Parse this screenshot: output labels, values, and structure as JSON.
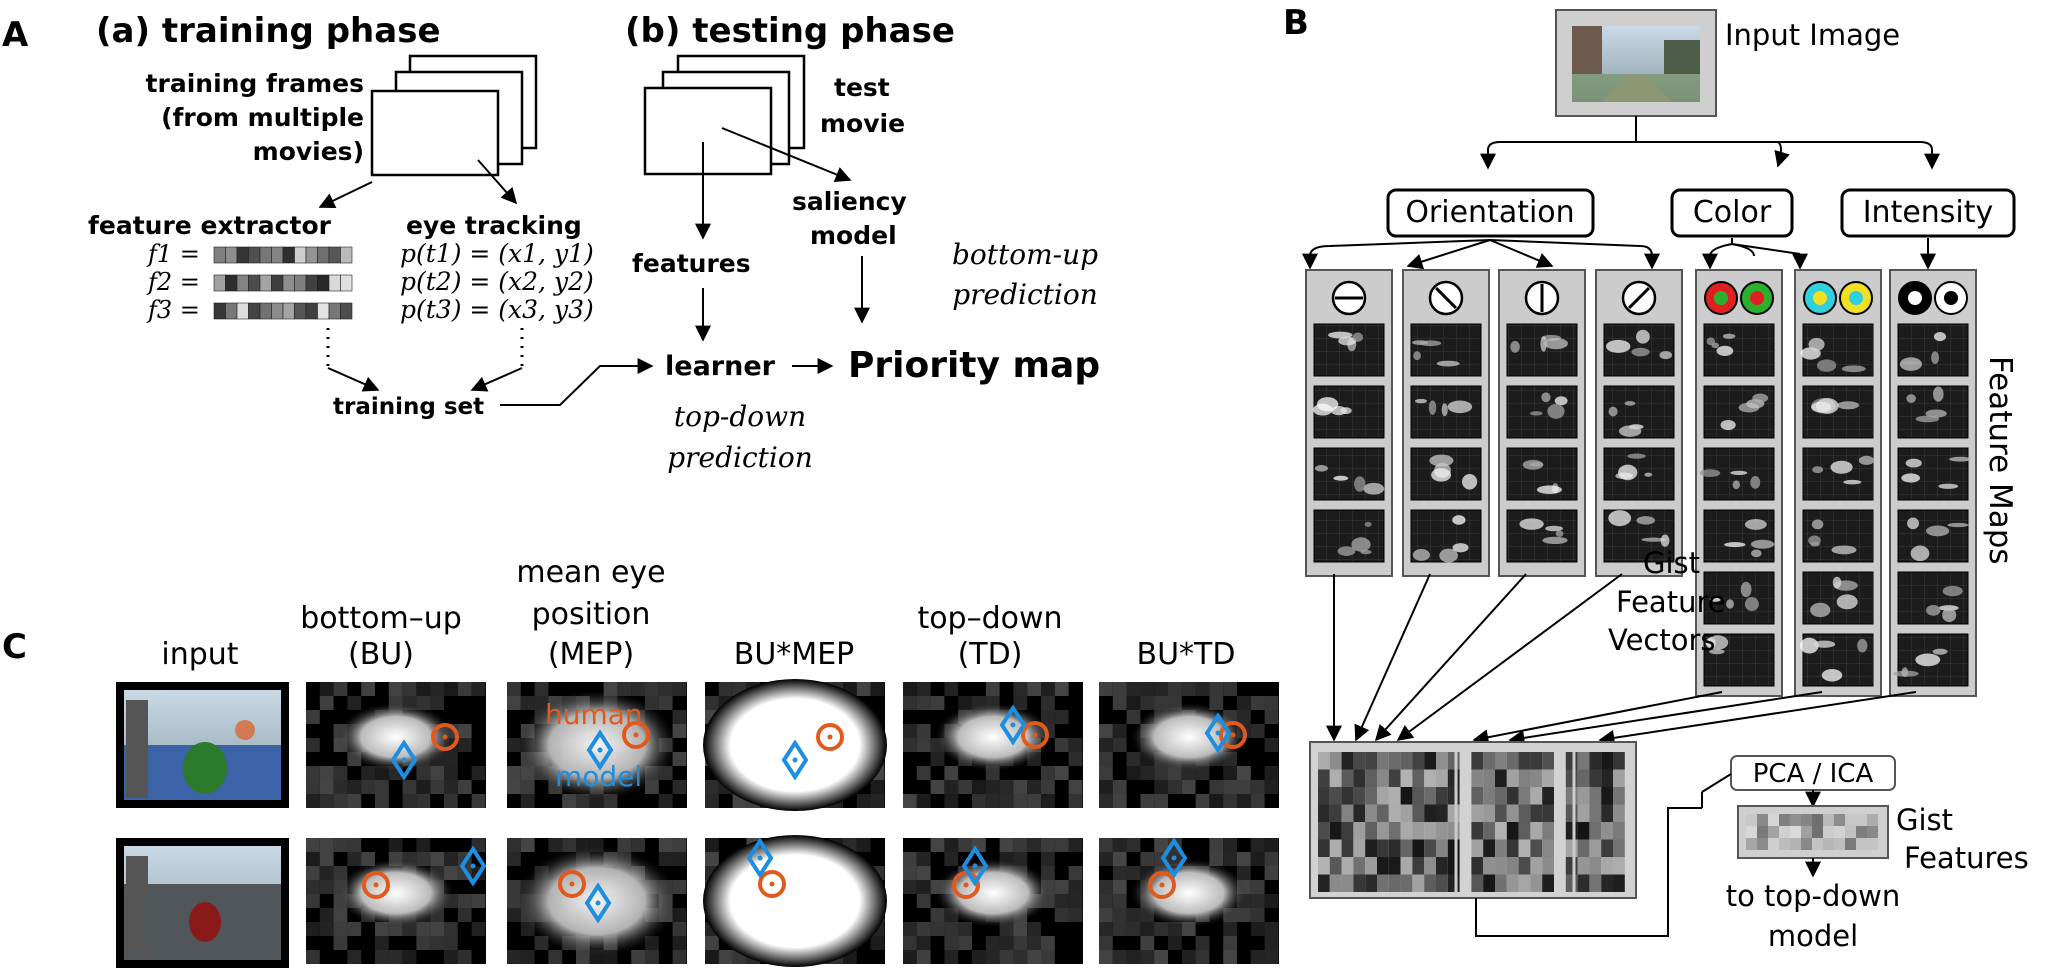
{
  "panel_a": {
    "letter": "A",
    "training_title": "(a) training phase",
    "training_frames": [
      "training frames",
      "(from multiple",
      "movies)"
    ],
    "feature_extractor": "feature extractor",
    "eye_tracking": "eye tracking",
    "feature_labels": [
      "f1 =",
      "f2 =",
      "f3 ="
    ],
    "eye_rows": [
      "p(t1) = (x1, y1)",
      "p(t2) = (x2, y2)",
      "p(t3) = (x3, y3)"
    ],
    "training_set": "training set",
    "testing_title": "(b) testing phase",
    "test_movie": [
      "test",
      "movie"
    ],
    "saliency_model": [
      "saliency",
      "model"
    ],
    "features": "features",
    "bottom_up_prediction": [
      "bottom-up",
      "prediction"
    ],
    "learner": "learner",
    "priority_map": "Priority map",
    "top_down_prediction": [
      "top-down",
      "prediction"
    ]
  },
  "panel_b": {
    "letter": "B",
    "input_image": "Input Image",
    "channels": [
      "Orientation",
      "Color",
      "Intensity"
    ],
    "feature_maps": "Feature Maps",
    "gist_vectors": [
      "Gist",
      "Feature",
      "Vectors"
    ],
    "pca_ica": "PCA / ICA",
    "gist_features": [
      "Gist",
      "Features"
    ],
    "to_model": [
      "to top-down",
      "model"
    ]
  },
  "panel_c": {
    "letter": "C",
    "columns": [
      [
        "input"
      ],
      [
        "bottom–up",
        "(BU)"
      ],
      [
        "mean eye",
        "position",
        "(MEP)"
      ],
      [
        "BU*MEP"
      ],
      [
        "top–down",
        "(TD)"
      ],
      [
        "BU*TD"
      ]
    ],
    "legend_human": "human",
    "legend_model": "model",
    "colors": {
      "human": "#e05a1e",
      "model": "#1e8ee0"
    }
  }
}
